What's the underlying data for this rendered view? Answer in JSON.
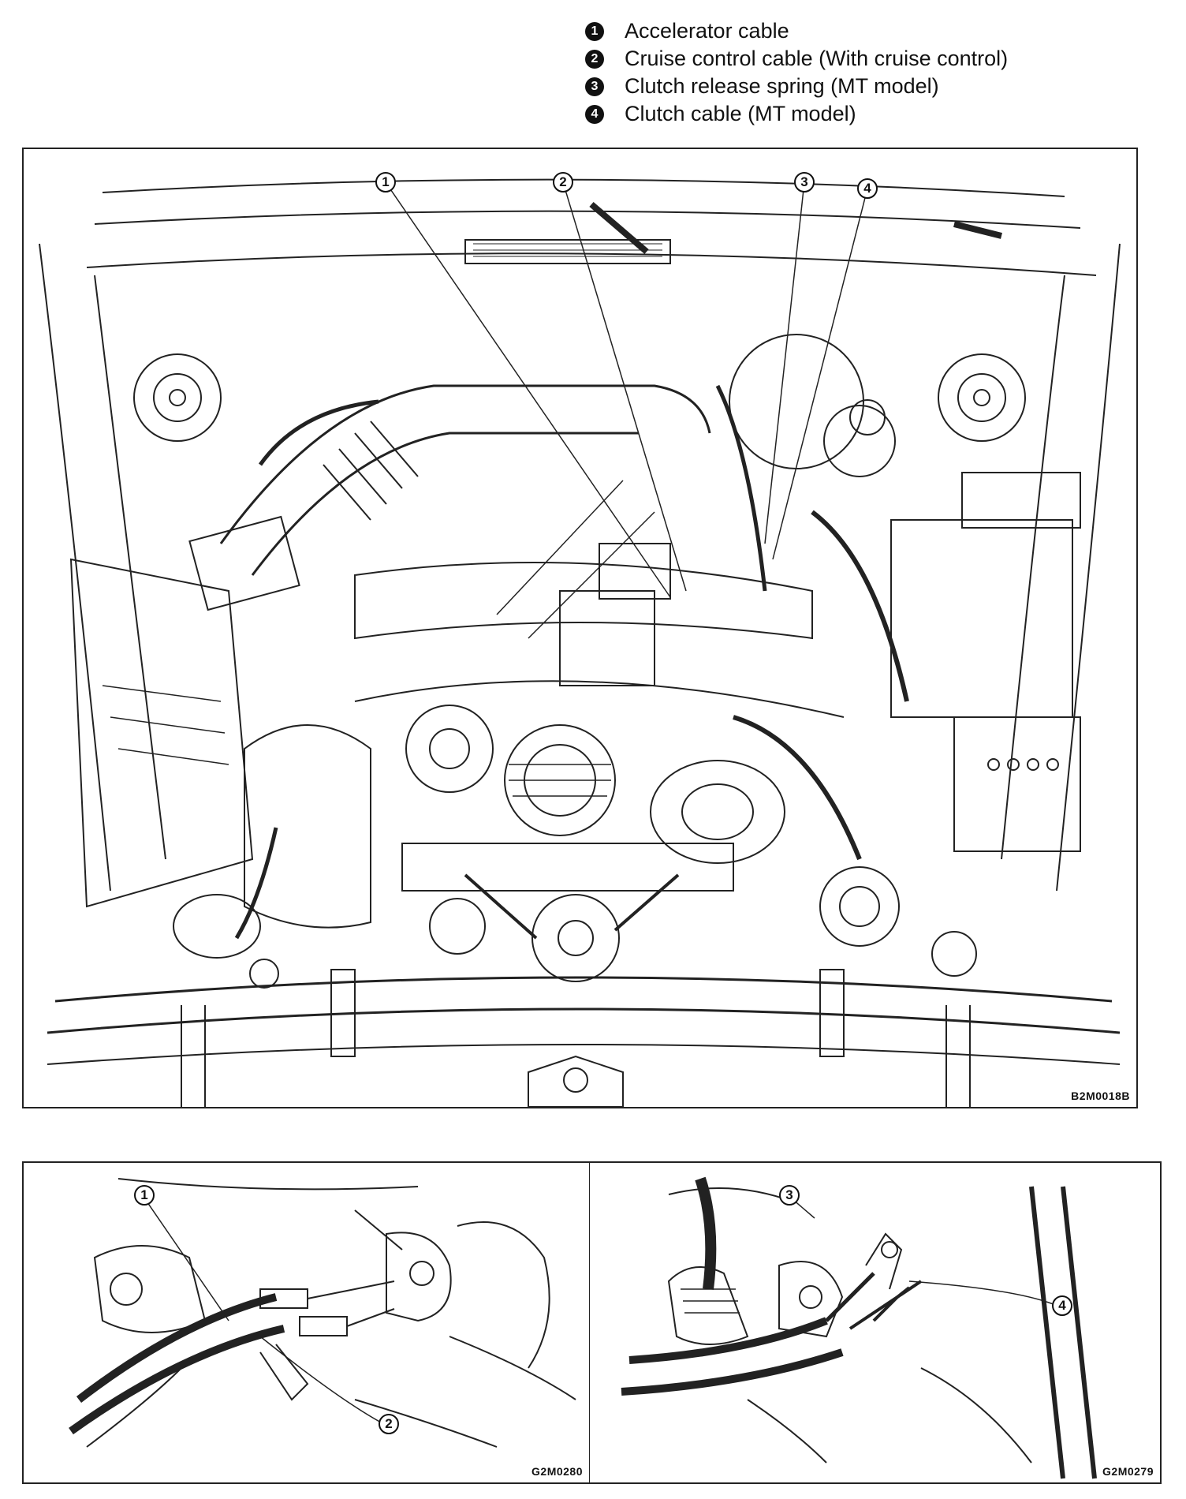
{
  "legend": [
    {
      "num": "1",
      "label": "Accelerator cable"
    },
    {
      "num": "2",
      "label": "Cruise control cable (With cruise control)"
    },
    {
      "num": "3",
      "label": "Clutch release spring (MT model)"
    },
    {
      "num": "4",
      "label": "Clutch cable (MT model)"
    }
  ],
  "main_figure": {
    "code": "B2M0018B",
    "callouts": [
      "1",
      "2",
      "3",
      "4"
    ]
  },
  "detail_left": {
    "code": "G2M0280",
    "callouts": [
      "1",
      "2"
    ]
  },
  "detail_right": {
    "code": "G2M0279",
    "callouts": [
      "3",
      "4"
    ]
  }
}
